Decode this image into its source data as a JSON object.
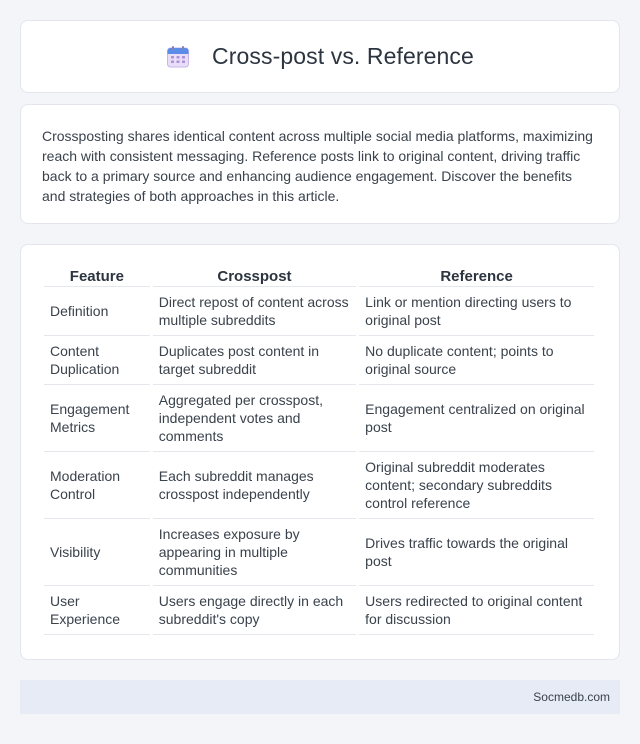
{
  "header": {
    "title": "Cross-post vs. Reference",
    "icon": "calendar-icon"
  },
  "intro": {
    "text": "Crossposting shares identical content across multiple social media platforms, maximizing reach with consistent messaging. Reference posts link to original content, driving traffic back to a primary source and enhancing audience engagement. Discover the benefits and strategies of both approaches in this article."
  },
  "table": {
    "headers": [
      "Feature",
      "Crosspost",
      "Reference"
    ],
    "rows": [
      [
        "Definition",
        "Direct repost of content across multiple subreddits",
        "Link or mention directing users to original post"
      ],
      [
        "Content Duplication",
        "Duplicates post content in target subreddit",
        "No duplicate content; points to original source"
      ],
      [
        "Engagement Metrics",
        "Aggregated per crosspost, independent votes and comments",
        "Engagement centralized on original post"
      ],
      [
        "Moderation Control",
        "Each subreddit manages crosspost independently",
        "Original subreddit moderates content; secondary subreddits control reference"
      ],
      [
        "Visibility",
        "Increases exposure by appearing in multiple communities",
        "Drives traffic towards the original post"
      ],
      [
        "User Experience",
        "Users engage directly in each subreddit's copy",
        "Users redirected to original content for discussion"
      ]
    ]
  },
  "footer": {
    "brand": "Socmedb.com"
  },
  "colors": {
    "background": "#f3f5f9",
    "card": "#ffffff",
    "footer": "#e6ebf5",
    "text": "#333a44"
  }
}
